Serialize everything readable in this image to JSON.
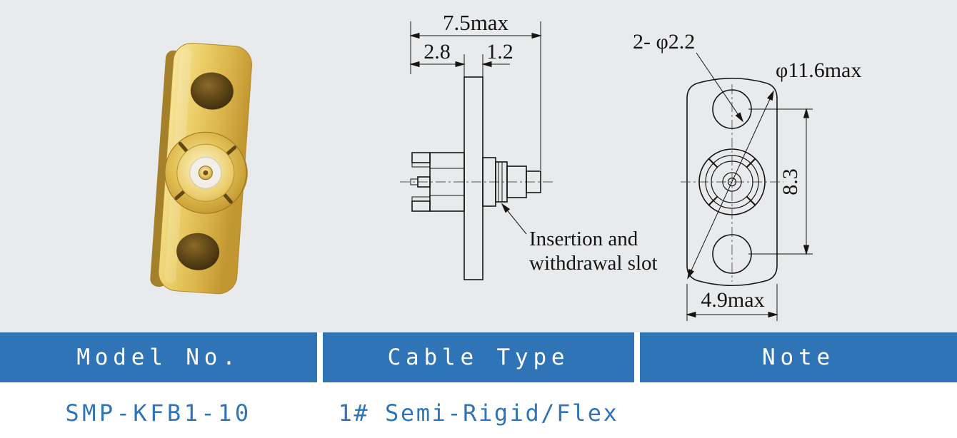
{
  "drawing": {
    "side_view": {
      "dim_total": "7.5max",
      "dim_left": "2.8",
      "dim_right": "1.2",
      "annotation_line1": "Insertion and",
      "annotation_line2": "withdrawal slot"
    },
    "front_view": {
      "dim_holes": "2- φ2.2",
      "dim_flange_max": "φ11.6max",
      "dim_hole_spacing": "8.3",
      "dim_width": "4.9max"
    }
  },
  "table": {
    "headers": [
      "Model No.",
      "Cable Type",
      "Note"
    ],
    "rows": [
      {
        "model": "SMP-KFB1-10",
        "cable_type": "1# Semi-Rigid/Flex",
        "note": ""
      }
    ]
  },
  "colors": {
    "page_background": "#e9eaec",
    "header_background": "#2f74b6",
    "header_text": "#ffffff",
    "row_text": "#2f74b6",
    "line_color": "#151515",
    "connector_gold": "#e3c055"
  }
}
